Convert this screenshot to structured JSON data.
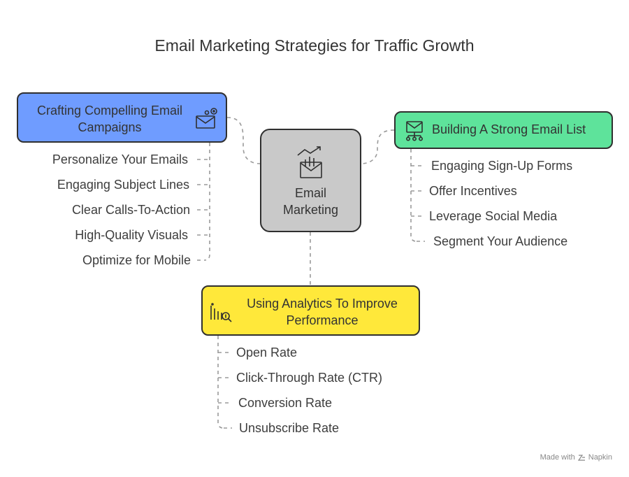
{
  "title": "Email Marketing Strategies for Traffic Growth",
  "center": {
    "label_line1": "Email",
    "label_line2": "Marketing",
    "icon": "email-growth-icon",
    "color": "#c9c9c9"
  },
  "branches": {
    "left": {
      "label_line1": "Crafting Compelling Email",
      "label_line2": "Campaigns",
      "icon": "email-campaign-icon",
      "color": "#6f9cff",
      "items": [
        "Personalize Your Emails",
        "Engaging Subject Lines",
        "Clear Calls-To-Action",
        "High-Quality Visuals",
        "Optimize for Mobile"
      ]
    },
    "right": {
      "label": "Building A Strong Email List",
      "icon": "email-list-icon",
      "color": "#5ee39b",
      "items": [
        "Engaging Sign-Up Forms",
        "Offer Incentives",
        "Leverage Social Media",
        "Segment Your Audience"
      ]
    },
    "bottom": {
      "label_line1": "Using Analytics To Improve",
      "label_line2": "Performance",
      "icon": "analytics-icon",
      "color": "#ffe83a",
      "items": [
        "Open Rate",
        "Click-Through Rate (CTR)",
        "Conversion Rate",
        "Unsubscribe Rate"
      ]
    }
  },
  "footer": {
    "made_with": "Made with",
    "brand": "Napkin"
  }
}
